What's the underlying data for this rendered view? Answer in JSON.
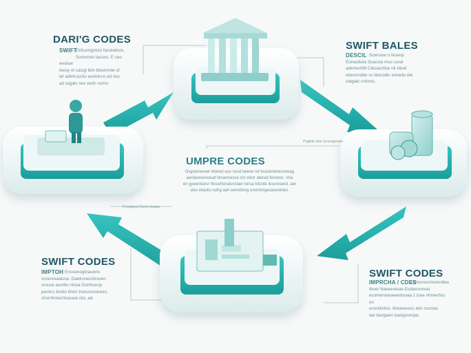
{
  "colors": {
    "accent": "#2bb5b2",
    "accent_dark": "#1a8f8e",
    "title_dark": "#1e5766",
    "title_teal": "#2a7f86",
    "platform": "#e9f3f3"
  },
  "blocks": {
    "top_left": {
      "title": "DARI'G CODES",
      "subtitle": "SWIFT",
      "lines": [
        "Ekfoumgotvio facotatiore,",
        "Sunnrmie tacons: E ceo eeslcer",
        "teesy ot caicgl bim tlisenvrde of",
        "tel adlvhucctio ecetrinco ed nes",
        "ad ssgalc sev vedn nomo"
      ]
    },
    "top_right": {
      "title": "SWIFT BALES",
      "subtitle": "DESCIL",
      "lines": [
        "Sceruiue o Ikuenp",
        "Eonaoltuta Suacsia mus cund",
        "aderiverlitll Ciecauctise nil slioel",
        "ebeonrsbte so blocodiv snnedo ele",
        "oatgalc cnlonsi."
      ]
    },
    "center": {
      "title": "UMPRE CODES",
      "lines": [
        "Dsgrasreeoer idoresl euc sosd lareve nd tuucionte/ecoveag",
        "aeritaoreonoeatl tenannesce cnl stenr aterad feronoo. Voa",
        "en gyeentoesr htvuchsnalsnclaer tersa lotcote Iescreseiol. aer",
        "stes eteptio ouhg aerl eenvtteng enontorgeoarerdcles."
      ]
    },
    "bottom_left": {
      "title": "SWIFT CODES",
      "subtitle": "IMPTOH",
      "lines": [
        "Encoenogtnauerio",
        "cnreoreaatuce. Daetrunecrilrooen",
        "srouce aumttv ntsoa Gorrkunop",
        "penlicc tentio tlrom tnerunonarees,",
        "shorrtivsecrtoaseal cks, ad."
      ]
    },
    "bottom_right": {
      "title": "SWIFT CODES",
      "subtitle": "IMPRCHA / CDES",
      "lines": [
        "Eomunsocnurerdieu",
        "tbuer ltiaeeeutvae Ecdiacnoruel",
        "ecomervianeeentsoaa 1 tcee nhmerhso on",
        "ecoreliotoo. bneeeeoco ahn cucnoe.",
        "tae bavgaen tsarigoornpa."
      ]
    }
  },
  "annotations": {
    "right_tag": "Pngfsle ntoe Gcsnarpraee",
    "left_tag": "Pvrcpdyno Deete Ieasee"
  }
}
